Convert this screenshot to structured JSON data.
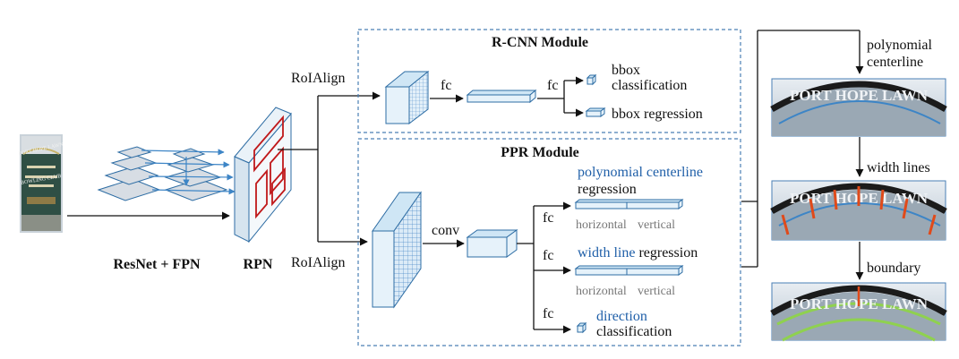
{
  "modules": {
    "rcnn_title": "R-CNN Module",
    "ppr_title": "PPR Module"
  },
  "labels": {
    "backbone": "ResNet + FPN",
    "rpn": "RPN",
    "roialign_top": "RoIAlign",
    "roialign_bottom": "RoIAlign",
    "fc_rcnn_1": "fc",
    "fc_rcnn_2": "fc",
    "conv": "conv",
    "fc_ppr_1": "fc",
    "fc_ppr_2": "fc",
    "fc_ppr_3": "fc"
  },
  "rcnn_outputs": {
    "bbox_cls_line1": "bbox",
    "bbox_cls_line2": "classification",
    "bbox_reg": "bbox regression"
  },
  "ppr_outputs": {
    "poly_line1": "polynomial centerline",
    "poly_line2": "regression",
    "poly_sub_h": "horizontal",
    "poly_sub_v": "vertical",
    "width_blue": "width line",
    "width_black": " regression",
    "width_sub_h": "horizontal",
    "width_sub_v": "vertical",
    "dir_line1": "direction",
    "dir_line2": "classification"
  },
  "steps": {
    "step1_line1": "polynomial",
    "step1_line2": "centerline",
    "step2": "width lines",
    "step3": "boundary"
  },
  "photo_text": {
    "sign_text": "PORT HOPE LAWN",
    "club_text": "BOWLING CLUB",
    "arc_text": "PORT HOPE LAWN"
  },
  "colors": {
    "accent_blue": "#1f5fa8",
    "module_border": "#4a7fb5",
    "roi_red": "#c0181a",
    "boundary_green": "#8fd14f",
    "width_red": "#e04a1a"
  }
}
